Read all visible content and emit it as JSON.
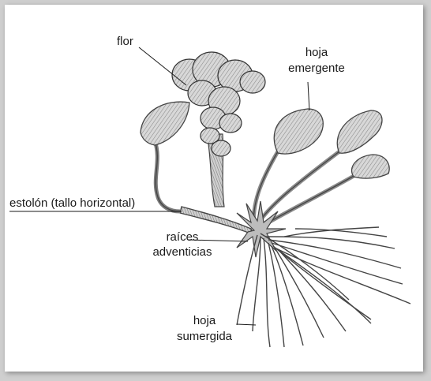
{
  "labels": {
    "flor": "flor",
    "hoja_emergente_1": "hoja",
    "hoja_emergente_2": "emergente",
    "estolon": "estolón (tallo horizontal)",
    "raices_1": "raíces",
    "raices_2": "adventicias",
    "hoja_sumergida_1": "hoja",
    "hoja_sumergida_2": "sumergida"
  }
}
